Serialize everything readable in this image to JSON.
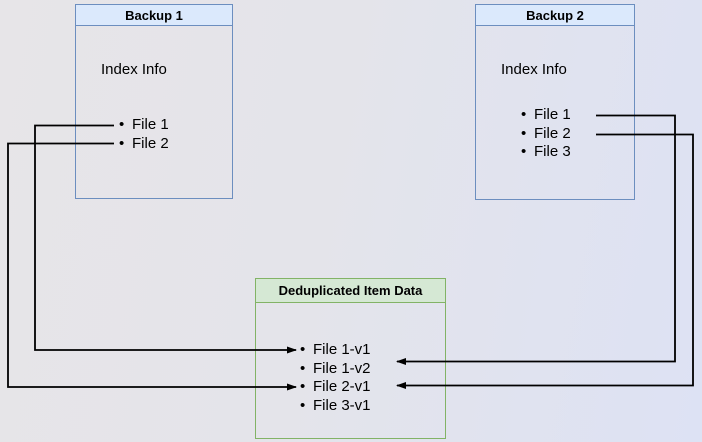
{
  "diagram": {
    "backup1": {
      "title": "Backup 1",
      "section_label": "Index Info",
      "files": [
        "File 1",
        "File 2"
      ]
    },
    "backup2": {
      "title": "Backup 2",
      "section_label": "Index Info",
      "files": [
        "File 1",
        "File 2",
        "File 3"
      ]
    },
    "dedup": {
      "title": "Deduplicated Item Data",
      "items": [
        "File 1-v1",
        "File 1-v2",
        "File 2-v1",
        "File 3-v1"
      ]
    },
    "bullet_glyph": "•",
    "arrows": [
      {
        "from": "Backup 1 / File 1",
        "to": "File 1-v1"
      },
      {
        "from": "Backup 1 / File 2",
        "to": "File 2-v1"
      },
      {
        "from": "Backup 2 / File 1",
        "to": "File 1-v2"
      },
      {
        "from": "Backup 2 / File 2",
        "to": "File 2-v1"
      }
    ],
    "colors": {
      "backup_header_fill": "#dbe9fc",
      "backup_border": "#6c8ebf",
      "dedup_header_fill": "#d5e8d4",
      "dedup_border": "#82b366",
      "arrow": "#000000",
      "background_left": "#e7e5e8",
      "background_right": "#dde2f4",
      "text": "#000000"
    }
  }
}
